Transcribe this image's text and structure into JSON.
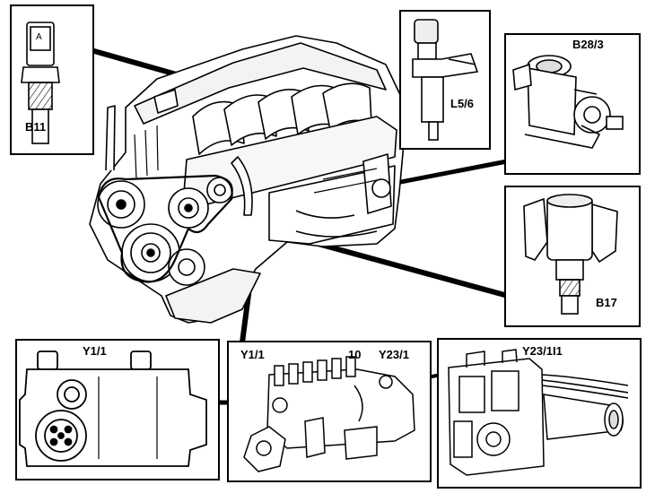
{
  "labels": {
    "b11": "B11",
    "b11_connector": "A",
    "l5_6": "L5/6",
    "b28_3": "B28/3",
    "b17": "B17",
    "y1_1_left": "Y1/1",
    "y1_1_pump": "Y1/1",
    "item_10": "10",
    "y23_1": "Y23/1",
    "y23_1i1": "Y23/1I1"
  },
  "colors": {
    "ink": "#000000",
    "paper": "#ffffff",
    "shade": "#e6e6e6"
  }
}
